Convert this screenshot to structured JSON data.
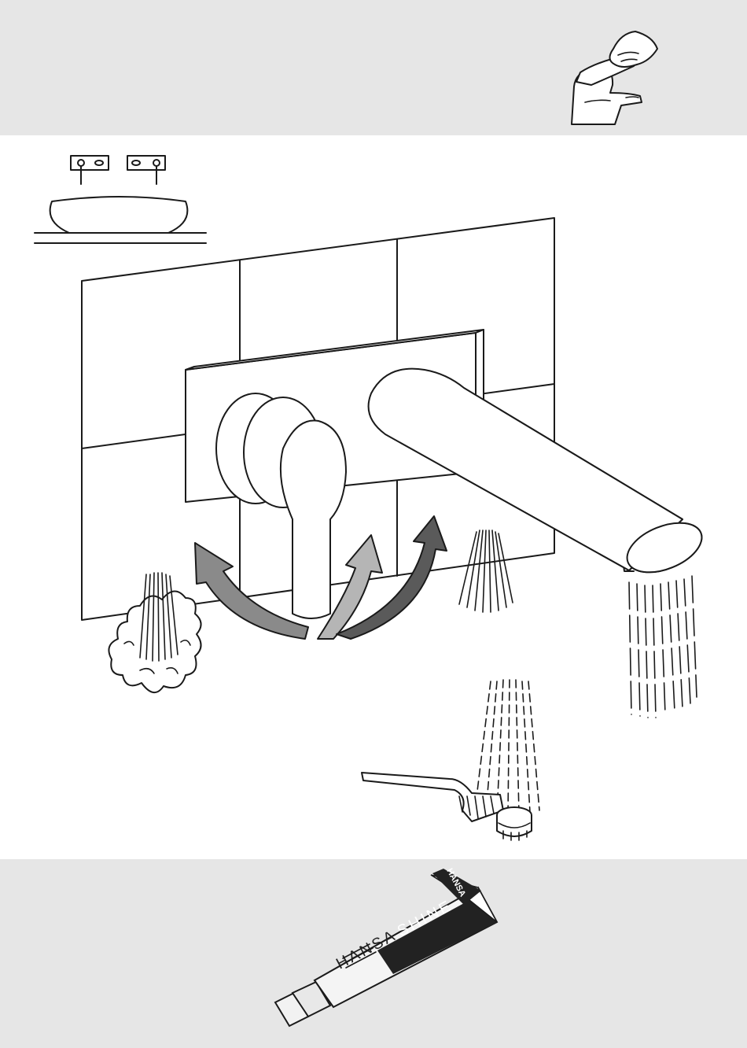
{
  "document": {
    "sections": [
      {
        "id": "hand-operation",
        "illustration": "hand-on-faucet-lever"
      },
      {
        "id": "main",
        "illustration": "wall-mounted-mixer-with-spout"
      },
      {
        "id": "cleaning",
        "illustration": "hansashine-tube"
      }
    ],
    "product_tube": {
      "brand": "HANSA",
      "product_word_1": "HANSA",
      "product_word_2": "SHINE"
    },
    "colors": {
      "band": "#e6e6e6",
      "arrow_hot": "#8a8a8a",
      "arrow_mid": "#b5b5b5",
      "arrow_cold": "#5a5a5a",
      "tube_dark": "#222222"
    }
  }
}
